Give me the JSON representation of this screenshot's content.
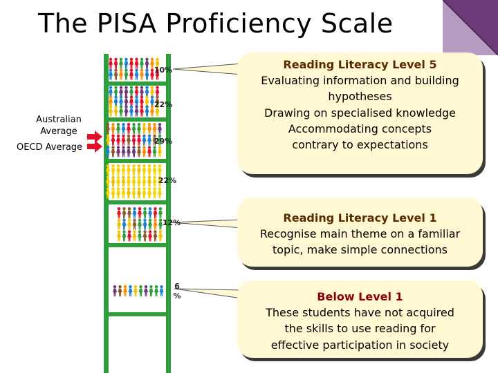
{
  "title": "The PISA Proficiency Scale",
  "labels": {
    "australian_average": [
      "Australian",
      "Average"
    ],
    "oecd_average": "OECD Average"
  },
  "percentages": [
    "10%",
    "22%",
    "29%",
    "22%",
    "12%",
    "6 %"
  ],
  "callouts": {
    "level5": {
      "heading": "Reading Literacy Level 5",
      "lines": [
        "Evaluating information and building",
        "hypotheses",
        "Drawing on specialised knowledge",
        "Accommodating concepts",
        "contrary to expectations"
      ]
    },
    "level1": {
      "heading": "Reading Literacy Level 1",
      "lines": [
        "Recognise main theme on a familiar",
        "topic, make simple connections"
      ]
    },
    "below1": {
      "heading": "Below Level 1",
      "lines": [
        "These students have not acquired",
        "the skills to use reading for",
        "effective participation in society"
      ]
    }
  },
  "colors": {
    "ladder_green": "#2e9e3c",
    "arrow_red": "#e0102a",
    "corner_purple": "#6b3a78",
    "callout_bg": "#fff8d2"
  }
}
